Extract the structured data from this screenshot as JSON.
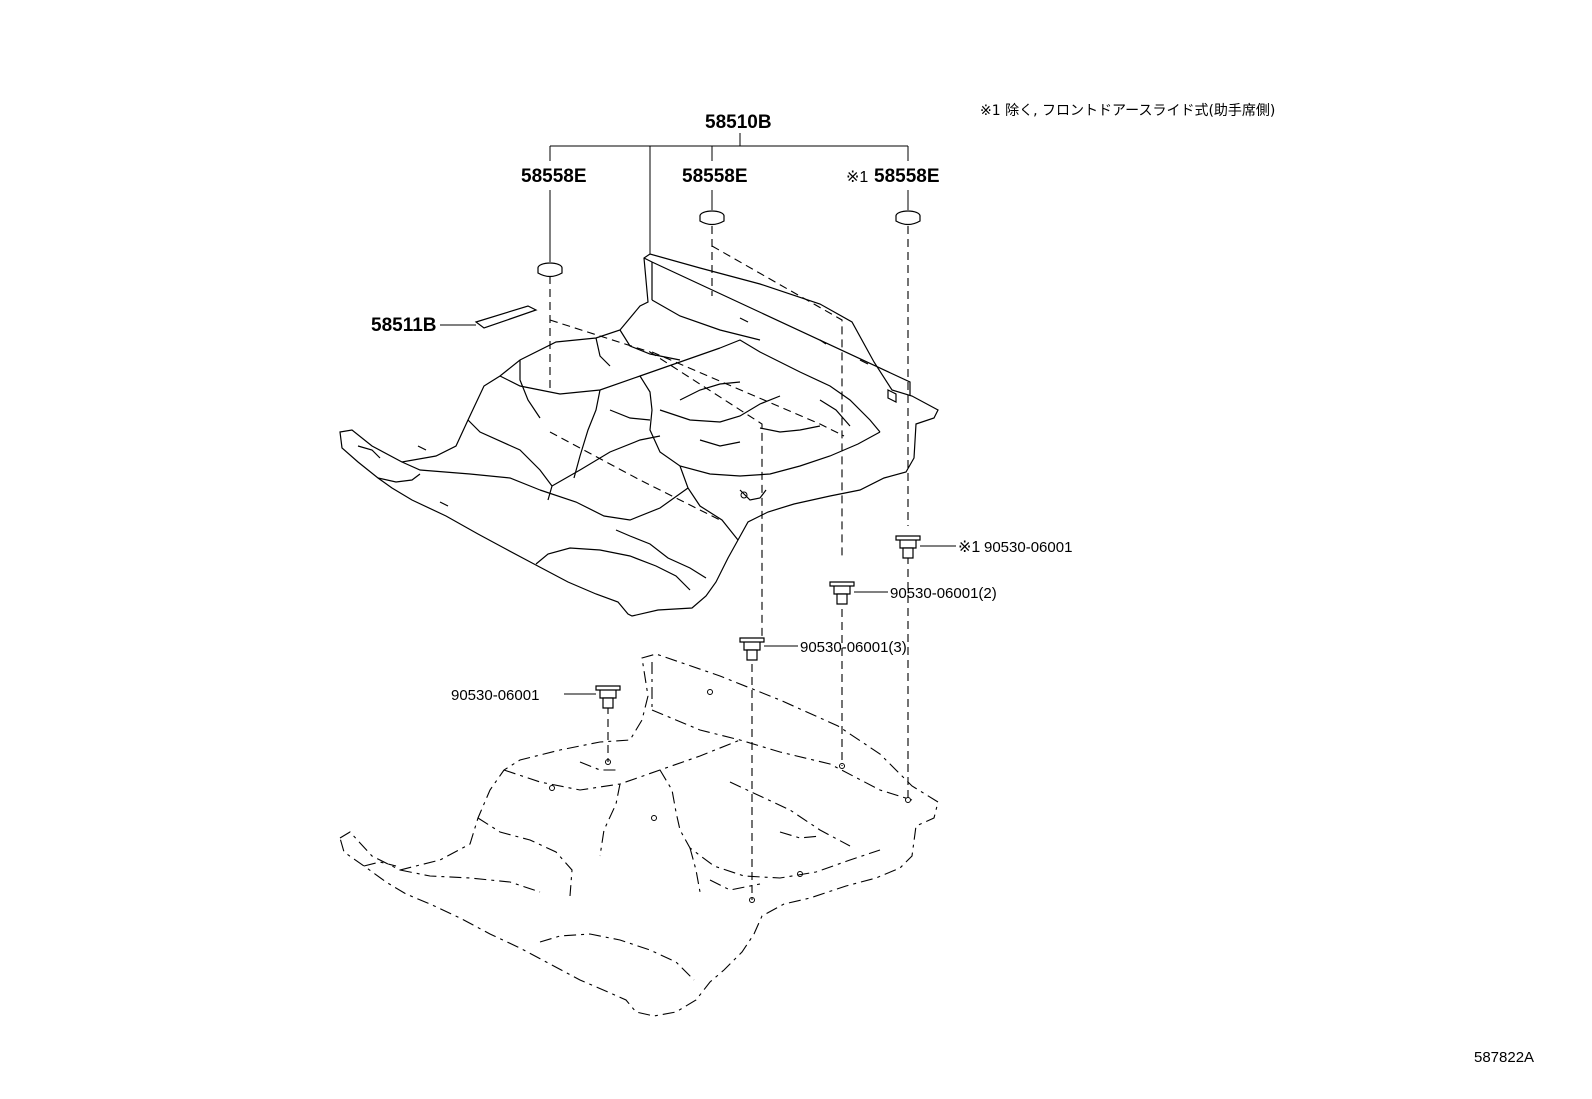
{
  "note": "※1 除く, フロントドアースライド式(助手席側)",
  "labels": {
    "carpet_assy": "58510B",
    "hole_plug_left": "58558E",
    "hole_plug_center": "58558E",
    "hole_plug_right_prefix": "※1",
    "hole_plug_right": "58558E",
    "pad": "58511B",
    "clip_right_prefix": "※1",
    "clip_right": "90530-06001",
    "clip_2": "90530-06001(2)",
    "clip_3": "90530-06001(3)",
    "clip_left": "90530-06001"
  },
  "diagram_code": "587822A"
}
